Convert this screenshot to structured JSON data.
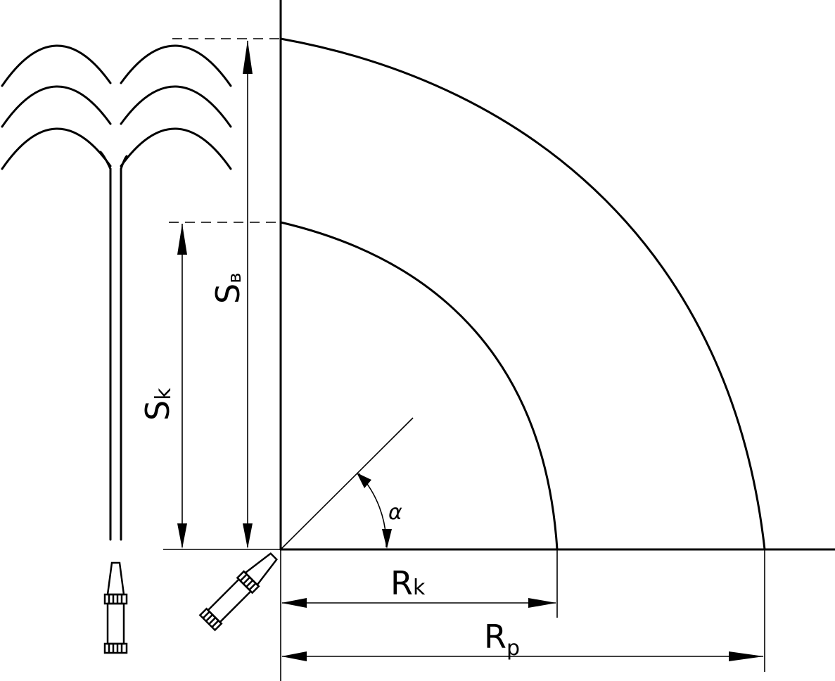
{
  "labels": {
    "s_v": "S",
    "s_v_sub": "в",
    "s_k": "S",
    "s_k_sub": "k",
    "r_k": "R",
    "r_k_sub": "k",
    "r_p": "R",
    "r_p_sub": "p",
    "alpha": "α"
  },
  "colors": {
    "line": "#000000",
    "background": "#ffffff"
  },
  "icons": [
    "fountain-jet-icon",
    "vertical-nozzle-icon",
    "inclined-nozzle-icon"
  ]
}
